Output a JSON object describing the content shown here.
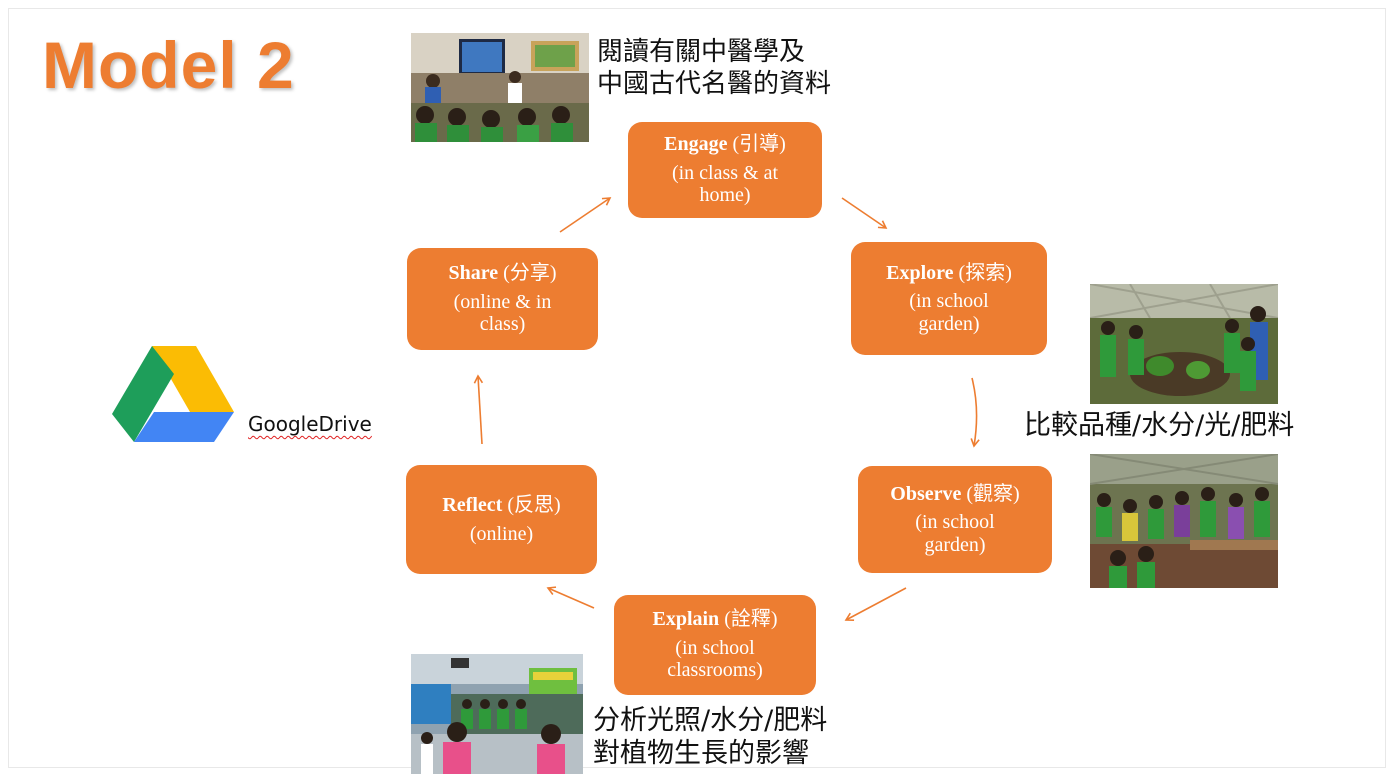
{
  "slide": {
    "title": "Model 2"
  },
  "colors": {
    "accent": "#ed7d31",
    "stage_text": "#ffffff",
    "arrow": "#ed7d31"
  },
  "cycle": {
    "engage": {
      "title": "Engage",
      "title_cn": "(引導)",
      "sub": "(in class & at home)"
    },
    "explore": {
      "title": "Explore",
      "title_cn": "(探索)",
      "sub": "(in school garden)"
    },
    "observe": {
      "title": "Observe",
      "title_cn": "(觀察)",
      "sub": "(in school garden)"
    },
    "explain": {
      "title": "Explain",
      "title_cn": "(詮釋)",
      "sub": "(in school classrooms)"
    },
    "reflect": {
      "title": "Reflect",
      "title_cn": "(反思)",
      "sub": "(online)"
    },
    "share": {
      "title": "Share",
      "title_cn": "(分享)",
      "sub": "(online & in class)"
    }
  },
  "captions": {
    "engage_line1": "閱讀有關中醫學及",
    "engage_line2": "中國古代名醫的資料",
    "explore": "比較品種/水分/光/肥料",
    "explain_line1": "分析光照/水分/肥料",
    "explain_line2": "對植物生長的影響"
  },
  "drive": {
    "label": "GoogleDrive",
    "icon": "google-drive-icon"
  },
  "photos": [
    {
      "name": "classroom-reading-photo"
    },
    {
      "name": "garden-explore-photo"
    },
    {
      "name": "garden-observe-photo"
    },
    {
      "name": "classroom-explain-photo"
    }
  ]
}
